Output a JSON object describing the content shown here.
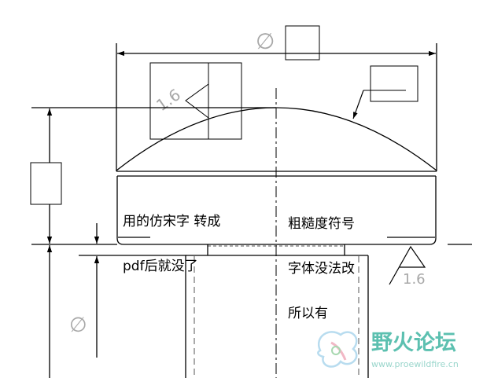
{
  "dimensions": {
    "diameter_symbol_top": "∅",
    "diameter_symbol_left": "∅"
  },
  "roughness": {
    "top_left_value": "1.6",
    "right_value": "1.6"
  },
  "notes": {
    "left_lines": [
      "用的仿宋字 转成",
      "pdf后就没了"
    ],
    "right_lines": [
      "粗糙度符号",
      "字体没法改",
      "所以有"
    ]
  },
  "watermark": {
    "title": "野火论坛",
    "url": "www.proewildfire.cn"
  },
  "colors": {
    "line": "#000000",
    "dim_text": "#a8a8a8",
    "watermark": "#5cc0b0"
  }
}
